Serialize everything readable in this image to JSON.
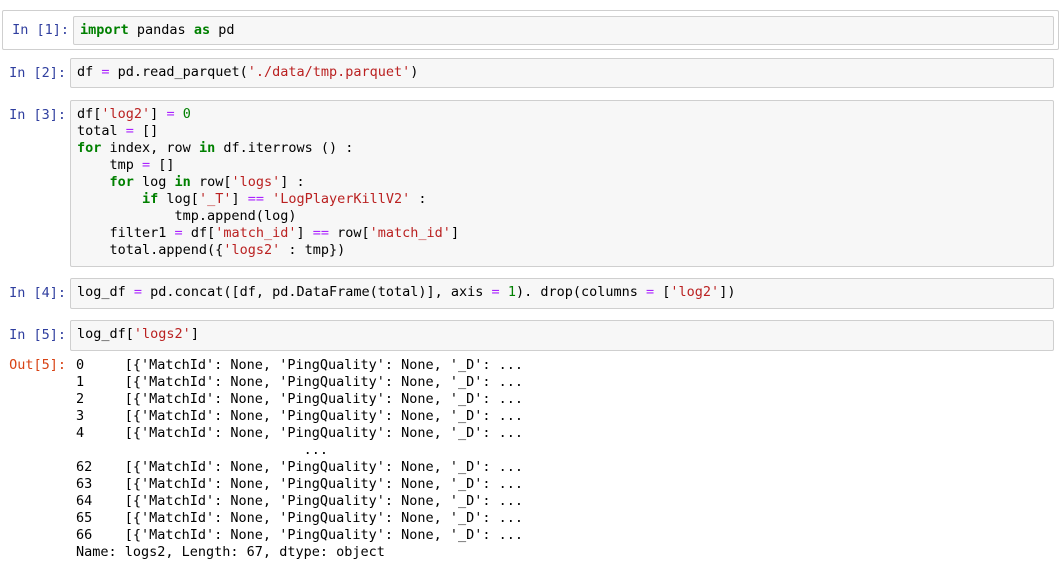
{
  "cells": [
    {
      "prompt": "In [1]:",
      "lines": [
        [
          [
            "kw",
            "import"
          ],
          [
            "t",
            " pandas "
          ],
          [
            "kw",
            "as"
          ],
          [
            "t",
            " pd"
          ]
        ]
      ]
    },
    {
      "prompt": "In [2]:",
      "lines": [
        [
          [
            "t",
            "df "
          ],
          [
            "op",
            "="
          ],
          [
            "t",
            " pd.read_parquet("
          ],
          [
            "str",
            "'./data/tmp.parquet'"
          ],
          [
            "t",
            ")"
          ]
        ]
      ]
    },
    {
      "prompt": "In [3]:",
      "lines": [
        [
          [
            "t",
            "df["
          ],
          [
            "str",
            "'log2'"
          ],
          [
            "t",
            "] "
          ],
          [
            "op",
            "="
          ],
          [
            "t",
            " "
          ],
          [
            "num",
            "0"
          ]
        ],
        [
          [
            "t",
            "total "
          ],
          [
            "op",
            "="
          ],
          [
            "t",
            " []"
          ]
        ],
        [
          [
            "kw",
            "for"
          ],
          [
            "t",
            " index, row "
          ],
          [
            "kw",
            "in"
          ],
          [
            "t",
            " df.iterrows () :"
          ]
        ],
        [
          [
            "t",
            "    tmp "
          ],
          [
            "op",
            "="
          ],
          [
            "t",
            " []"
          ]
        ],
        [
          [
            "t",
            "    "
          ],
          [
            "kw",
            "for"
          ],
          [
            "t",
            " log "
          ],
          [
            "kw",
            "in"
          ],
          [
            "t",
            " row["
          ],
          [
            "str",
            "'logs'"
          ],
          [
            "t",
            "] :"
          ]
        ],
        [
          [
            "t",
            "        "
          ],
          [
            "kw",
            "if"
          ],
          [
            "t",
            " log["
          ],
          [
            "str",
            "'_T'"
          ],
          [
            "t",
            "] "
          ],
          [
            "op",
            "=="
          ],
          [
            "t",
            " "
          ],
          [
            "str",
            "'LogPlayerKillV2'"
          ],
          [
            "t",
            " :"
          ]
        ],
        [
          [
            "t",
            "            tmp.append(log)"
          ]
        ],
        [
          [
            "t",
            "    filter1 "
          ],
          [
            "op",
            "="
          ],
          [
            "t",
            " df["
          ],
          [
            "str",
            "'match_id'"
          ],
          [
            "t",
            "] "
          ],
          [
            "op",
            "=="
          ],
          [
            "t",
            " row["
          ],
          [
            "str",
            "'match_id'"
          ],
          [
            "t",
            "]"
          ]
        ],
        [
          [
            "t",
            "    total.append({"
          ],
          [
            "str",
            "'logs2'"
          ],
          [
            "t",
            " : tmp})"
          ]
        ]
      ]
    },
    {
      "prompt": "In [4]:",
      "lines": [
        [
          [
            "t",
            "log_df "
          ],
          [
            "op",
            "="
          ],
          [
            "t",
            " pd.concat([df, pd.DataFrame(total)], axis "
          ],
          [
            "op",
            "="
          ],
          [
            "t",
            " "
          ],
          [
            "num",
            "1"
          ],
          [
            "t",
            "). drop(columns "
          ],
          [
            "op",
            "="
          ],
          [
            "t",
            " ["
          ],
          [
            "str",
            "'log2'"
          ],
          [
            "t",
            "])"
          ]
        ]
      ]
    },
    {
      "prompt": "In [5]:",
      "lines": [
        [
          [
            "t",
            "log_df["
          ],
          [
            "str",
            "'logs2'"
          ],
          [
            "t",
            "]"
          ]
        ]
      ]
    }
  ],
  "output": {
    "prompt": "Out[5]:",
    "lines": [
      "0     [{'MatchId': None, 'PingQuality': None, '_D': ...",
      "1     [{'MatchId': None, 'PingQuality': None, '_D': ...",
      "2     [{'MatchId': None, 'PingQuality': None, '_D': ...",
      "3     [{'MatchId': None, 'PingQuality': None, '_D': ...",
      "4     [{'MatchId': None, 'PingQuality': None, '_D': ...",
      "                            ...",
      "62    [{'MatchId': None, 'PingQuality': None, '_D': ...",
      "63    [{'MatchId': None, 'PingQuality': None, '_D': ...",
      "64    [{'MatchId': None, 'PingQuality': None, '_D': ...",
      "65    [{'MatchId': None, 'PingQuality': None, '_D': ...",
      "66    [{'MatchId': None, 'PingQuality': None, '_D': ...",
      "Name: logs2, Length: 67, dtype: object"
    ]
  }
}
